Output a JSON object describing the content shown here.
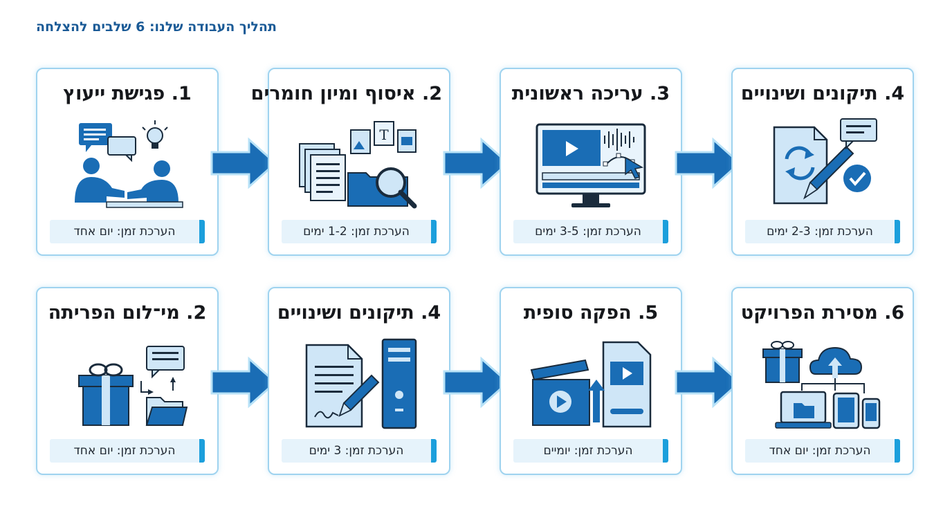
{
  "header": {
    "title": "תהליך העבודה שלנו: 6 שלבים להצלחה"
  },
  "colors": {
    "accent": "#1c9fdc",
    "icon_fill": "#1a6db5",
    "icon_light": "#cfe6f7",
    "card_border": "#9fd3ef",
    "title_color": "#1a5a96"
  },
  "rows": [
    {
      "cards": [
        {
          "title": "4. תיקונים ושינויים",
          "time": "הערכת זמן: 2-3 ימים",
          "icon": "edit-document-sync-icon"
        },
        {
          "title": "3. עריכה ראשונית",
          "time": "הערכת זמן: 3-5 ימים",
          "icon": "video-editing-monitor-icon"
        },
        {
          "title": "2. איסוף ומיון חומרים",
          "time": "הערכת זמן: 1-2 ימים",
          "icon": "files-folder-search-icon"
        },
        {
          "title": "1. פגישת ייעוץ",
          "time": "הערכת זמן: יום אחד",
          "icon": "consultation-handshake-icon"
        }
      ]
    },
    {
      "cards": [
        {
          "title": "6. מסירת הפרויקט",
          "time": "הערכת זמן: יום אחד",
          "icon": "cloud-devices-delivery-icon"
        },
        {
          "title": "5. הפקה סופית",
          "time": "הערכת זמן: יומיים",
          "icon": "clapper-video-export-icon"
        },
        {
          "title": "4. תיקונים ושינויים",
          "time": "הערכת זמן: 3 ימים",
          "icon": "document-sign-server-icon"
        },
        {
          "title": "2. מי־לום הפריתה",
          "time": "הערכת זמן: יום אחד",
          "icon": "gift-folder-message-icon"
        }
      ]
    }
  ]
}
